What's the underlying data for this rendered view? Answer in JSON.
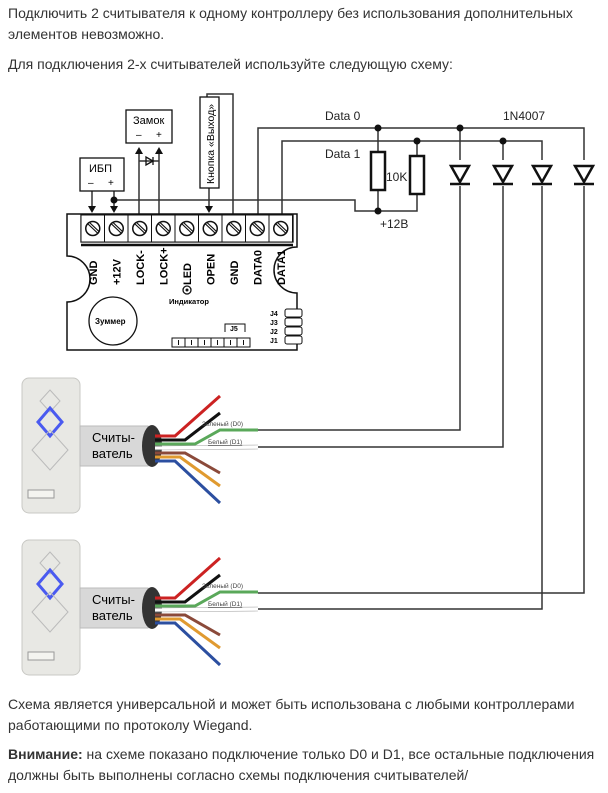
{
  "paragraphs": {
    "intro": "Подключить 2 считывателя к одному контроллеру без использования дополнительных элементов невозможно.",
    "scheme_intro": "Для подключения 2-х считывателей используйте следующую схему:",
    "universal": "Схема является универсальной и может быть использована с любыми контроллерами работающими по протоколу Wiegand.",
    "warning_label": "Внимание:",
    "warning_text": " на схеме показано подключение только D0 и D1, все остальные подключения должны быть выполнены согласно схемы подключения считывателей/"
  },
  "diagram": {
    "ups": {
      "label": "ИБП",
      "minus": "–",
      "plus": "+"
    },
    "lock": {
      "label": "Замок",
      "minus": "–",
      "plus": "+"
    },
    "exit_button": "Кнопка «Выход»",
    "terminals": [
      "GND",
      "+12V",
      "LOCK-",
      "LOCK+",
      "LED",
      "OPEN",
      "GND",
      "DATA0",
      "DATA1"
    ],
    "indicator": "Индикатор",
    "buzzer": "Зуммер",
    "j5": "J5",
    "jumpers": [
      "J4",
      "J3",
      "J2",
      "J1"
    ],
    "data0": "Data 0",
    "data1": "Data 1",
    "diode": "1N4007",
    "resistor": "10K",
    "supply": "+12В",
    "readers": [
      {
        "label_line1": "Считы-",
        "label_line2": "ватель",
        "green": "Зеленый (D0)",
        "white": "Белый (D1)"
      },
      {
        "label_line1": "Считы-",
        "label_line2": "ватель",
        "green": "Зеленый (D0)",
        "white": "Белый (D1)"
      }
    ],
    "colors": {
      "line": "#333333",
      "green_wire": "#5aa85a",
      "red_wire": "#cc2222",
      "black_wire": "#111111",
      "brown_wire": "#8b4a3a",
      "orange_wire": "#e09a30",
      "blue_wire": "#2c4fa0",
      "led_blue": "#4a5af0"
    }
  }
}
